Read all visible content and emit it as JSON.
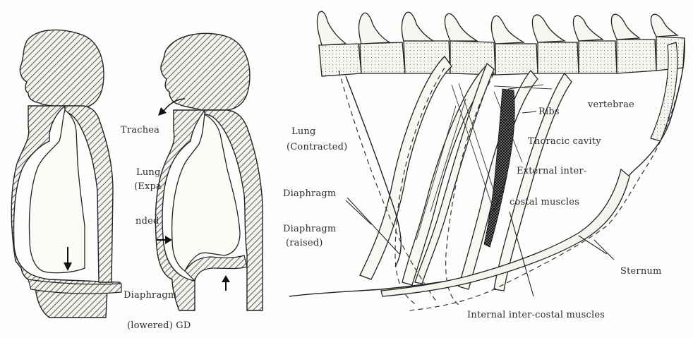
{
  "figure": {
    "labels": {
      "trachea": "Trachea",
      "lung_expanded_1": "Lung",
      "lung_expanded_2": "(Expa",
      "lung_expanded_3": "nded",
      "diaphragm_left": "Diaphragm",
      "lowered": "(lowered) GD",
      "lung_contracted_1": "Lung",
      "lung_contracted_2": "(Contracted)",
      "diaphragm_mid": "Diaphragm",
      "diaphragm_raised_1": "Diaphragm",
      "diaphragm_raised_2": "(raised)",
      "ribs": "Ribs",
      "vertebrae": "vertebrae",
      "thoracic_cavity": "Thoracic cavity",
      "external_1": "External inter-",
      "external_2": "costal muscles",
      "sternum": "Sternum",
      "internal": "Internal inter-costal muscles"
    }
  }
}
